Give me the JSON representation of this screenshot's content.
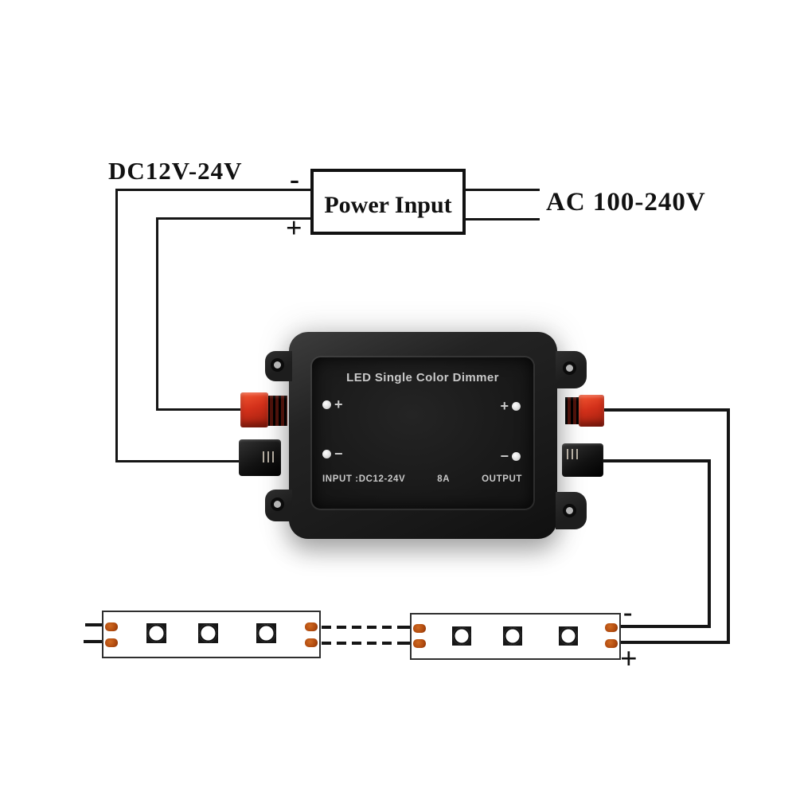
{
  "power": {
    "dc_label": "DC12V-24V",
    "box_label": "Power Input",
    "ac_label": "AC 100-240V",
    "minus": "-",
    "plus": "+"
  },
  "dimmer": {
    "title": "LED Single Color Dimmer",
    "input_label": "INPUT :DC12-24V",
    "rating": "8A",
    "output_label": "OUTPUT",
    "terminals": {
      "input_plus": "+",
      "input_minus": "−",
      "output_plus": "+",
      "output_minus": "−"
    }
  },
  "strips": {
    "count": 2,
    "leds_per_strip": 3,
    "output_minus": "-",
    "output_plus": "+"
  },
  "colors": {
    "background": "#ffffff",
    "ink": "#111111",
    "wire": "#151515",
    "device_body": "#232323",
    "device_panel": "#161616",
    "device_text": "#c9c9c9",
    "terminal_dot": "#dcdcdc",
    "ear": "#1d1d1d",
    "hole_ring": "#0b0b0b",
    "hole_center": "#b5b5b5",
    "red_clip": "#d2301a",
    "teeth_maroon": "#4d120b",
    "black_clip": "#121212",
    "strip_border": "#2f2f2f",
    "strip_ink": "#151515",
    "pad": "#b04a0e"
  }
}
